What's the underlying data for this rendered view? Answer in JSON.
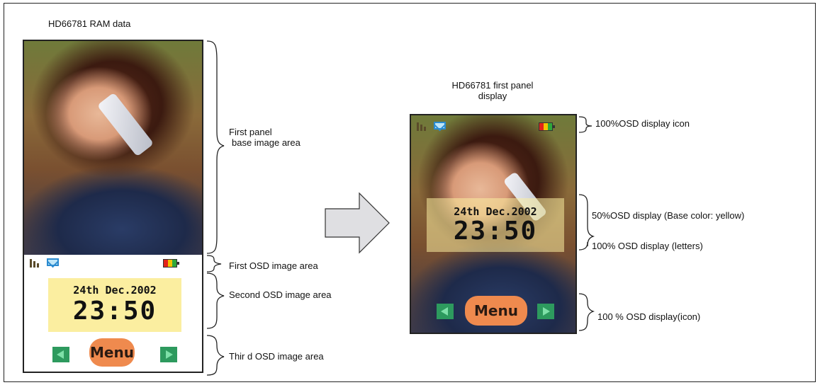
{
  "left_title": "HD66781 RAM data",
  "right_title_line1": "HD66781 first panel",
  "right_title_line2": "display",
  "left_labels": {
    "base_line1": "First panel",
    "base_line2": "base image area",
    "first_osd": "First OSD image area",
    "second_osd": "Second OSD image area",
    "third_osd": "Thir d OSD image area"
  },
  "right_labels": {
    "icon100": "100%OSD display    icon",
    "osd50": "50%OSD display  (Base color: yellow)",
    "osd100_letters": "100% OSD display (letters)",
    "osd100_icon": "100 % OSD display(icon)"
  },
  "screen": {
    "date": "24th Dec.2002",
    "time": "23:50",
    "menu": "Menu"
  },
  "colors": {
    "yellow_box": "#fbeea0",
    "menu_orange": "#ef8a4e",
    "arrow_green": "#2d9a5e",
    "mail_blue": "#2b8bd0"
  },
  "icons": [
    "signal-bars-icon",
    "mail-icon",
    "battery-icon",
    "left-arrow-icon",
    "right-arrow-icon",
    "block-arrow-icon"
  ]
}
